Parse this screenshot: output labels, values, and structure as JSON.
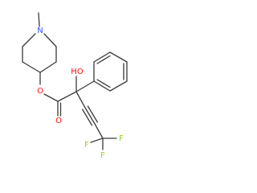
{
  "atom_colors": {
    "N": "#3050F8",
    "O": "#FF0D0D",
    "F": "#9ACD32",
    "C": "#3a3a3a"
  },
  "labels": {
    "n_methylpiperidine": "N",
    "ester_o": "O",
    "hydroxy": "HO",
    "carbonyl_o": "O",
    "f_right": "F",
    "f_bottom": "F",
    "f_left": "F"
  }
}
